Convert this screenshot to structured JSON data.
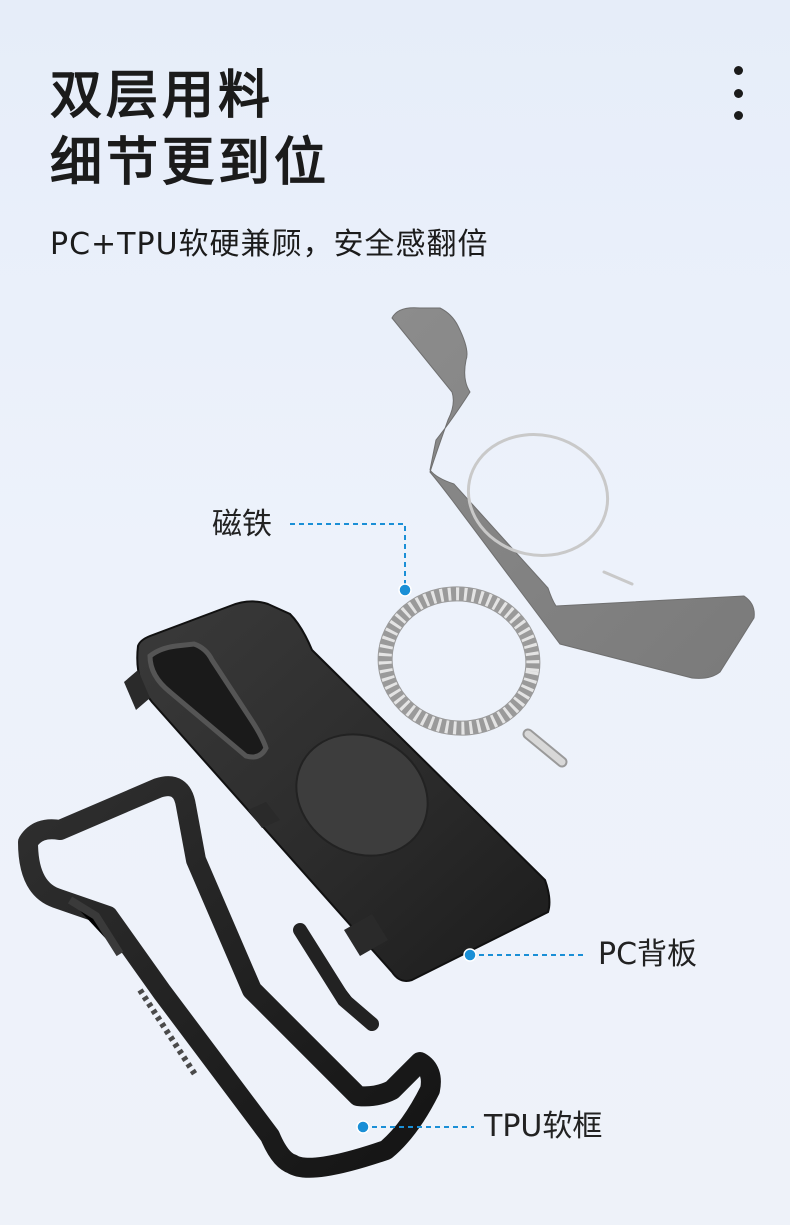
{
  "header": {
    "title_line1": "双层用料",
    "title_line2": "细节更到位",
    "subtitle": "PC+TPU软硬兼顾，安全感翻倍"
  },
  "callouts": {
    "magnet": "磁铁",
    "pc_back": "PC背板",
    "tpu_frame": "TPU软框"
  },
  "icons": {
    "menu": "more-vertical-icon"
  },
  "colors": {
    "background": "#e9eff9",
    "accent": "#1a8fd6",
    "title": "#1b1b1b"
  }
}
